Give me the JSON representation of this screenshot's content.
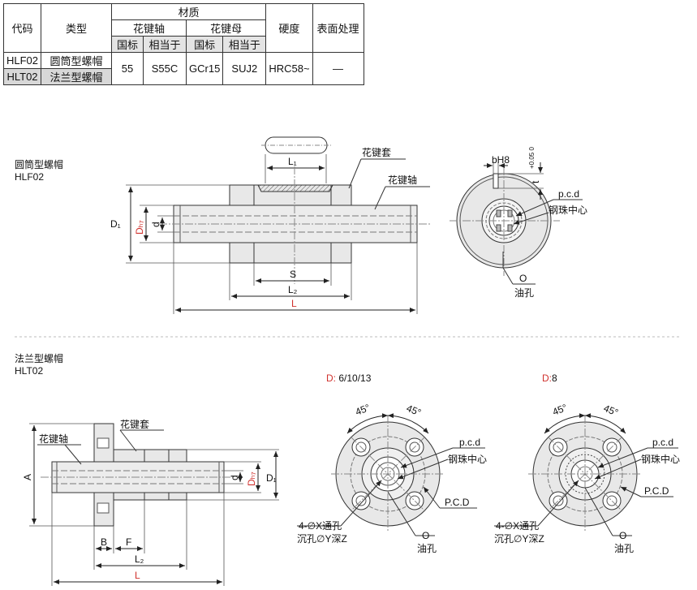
{
  "table": {
    "h_code": "代码",
    "h_type": "类型",
    "h_material": "材质",
    "h_shaft": "花键轴",
    "h_nut": "花键母",
    "h_hardness": "硬度",
    "h_surface": "表面处理",
    "h_gb1": "国标",
    "h_eq1": "相当于",
    "h_gb2": "国标",
    "h_eq2": "相当于",
    "rows": [
      {
        "code": "HLF02",
        "type": "圆筒型螺帽"
      },
      {
        "code": "HLT02",
        "type": "法兰型螺帽"
      }
    ],
    "shaft_gb": "55",
    "shaft_eq": "S55C",
    "nut_gb": "GCr15",
    "nut_eq": "SUJ2",
    "hardness": "HRC58~",
    "surface": "—"
  },
  "top": {
    "title": "圆筒型螺帽",
    "code": "HLF02",
    "lbl_sleeve": "花键套",
    "lbl_shaft": "花键轴",
    "lbl_L1": "L₁",
    "lbl_D1": "D₁",
    "lbl_Dh7": "Dₕ₇",
    "lbl_d": "d",
    "lbl_S": "S",
    "lbl_L2": "L₂",
    "lbl_L": "L",
    "lbl_bH8": "bH8",
    "lbl_tol": "+0.05 0",
    "lbl_t": "t",
    "lbl_pcd": "p.c.d",
    "lbl_ball": "钢珠中心",
    "lbl_O": "O",
    "lbl_oil": "油孔"
  },
  "bottom": {
    "title": "法兰型螺帽",
    "code": "HLT02",
    "lbl_sleeve": "花键套",
    "lbl_shaft": "花键轴",
    "lbl_A": "A",
    "lbl_d": "d",
    "lbl_Dh7": "Dₕ₇",
    "lbl_D1": "D₁",
    "lbl_B": "B",
    "lbl_F": "F",
    "lbl_L2": "L₂",
    "lbl_L": "L",
    "view1_prefix": "D:",
    "view1_value": " 6/10/13",
    "view2_prefix": "D:",
    "view2_value": "8",
    "angle": "45°",
    "lbl_pcd": "p.c.d",
    "lbl_ball": "钢珠中心",
    "lbl_PCD": "P.C.D",
    "lbl_holes": "4-∅X通孔",
    "lbl_cbore": "沉孔∅Y深Z",
    "lbl_O": "O",
    "lbl_oil": "油孔"
  },
  "colors": {
    "accent": "#d0312d",
    "body_gray": "#e8e8e8",
    "line": "#333333"
  }
}
